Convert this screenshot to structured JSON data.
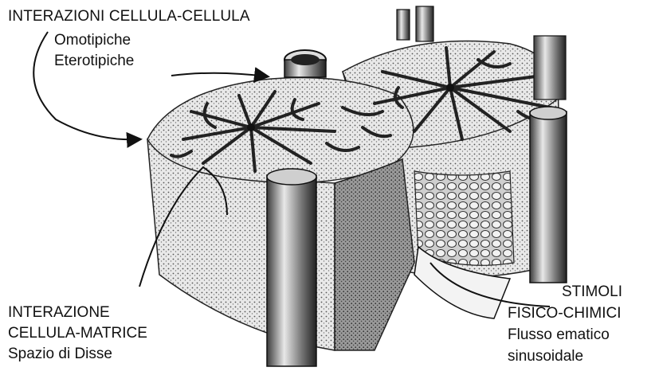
{
  "labels": {
    "cell_cell": {
      "title": "INTERAZIONI CELLULA-CELLULA",
      "items": [
        "Omotipiche",
        "Eterotipiche"
      ]
    },
    "cell_matrix": {
      "title_lines": [
        "INTERAZIONE",
        "CELLULA-MATRICE"
      ],
      "item": "Spazio di Disse"
    },
    "stimuli": {
      "title_lines": [
        "STIMOLI",
        "FISICO-CHIMICI"
      ],
      "items": [
        "Flusso ematico",
        "sinusoidale"
      ]
    }
  }
}
